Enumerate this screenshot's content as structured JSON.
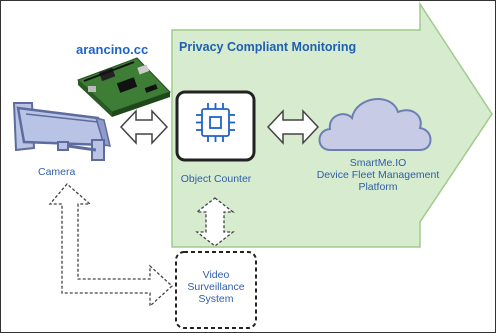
{
  "site": {
    "name": "arancino.cc"
  },
  "banner": {
    "title": "Privacy Compliant Monitoring"
  },
  "nodes": {
    "camera": {
      "label": "Camera"
    },
    "object_counter": {
      "label": "Object Counter"
    },
    "platform": {
      "line1": "SmartMe.IO",
      "line2": "Device Fleet Management",
      "line3": "Platform"
    },
    "video": {
      "line1": "Video",
      "line2": "Surveillance",
      "line3": "System"
    }
  },
  "colors": {
    "arrow_fill": "#d7ebcf",
    "arrow_stroke": "#9fcb8c",
    "cloud_fill": "#c7cbe6",
    "cloud_stroke": "#6c7fb3",
    "camera_fill": "#b9c3e6",
    "camera_stroke": "#5d6c9d",
    "label_blue": "#2f5fa8",
    "title_blue": "#1f5fb0",
    "board_green": "#3d7d35"
  },
  "icons": [
    "camera-icon",
    "board-icon",
    "chip-icon",
    "cloud-icon",
    "double-arrow-icon"
  ]
}
